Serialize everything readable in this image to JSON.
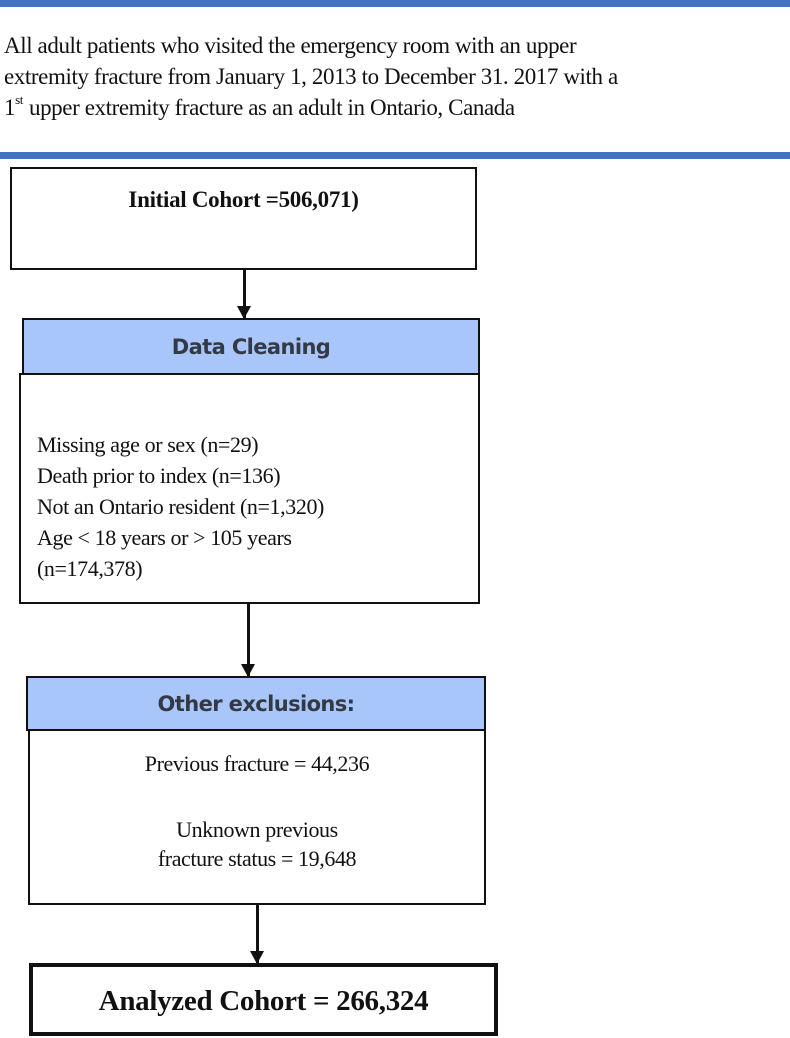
{
  "colors": {
    "accent_bar": "#4472c4",
    "header_fill": "#a8c6fa",
    "header_text": "#343a45",
    "box_border": "#111111"
  },
  "intro": {
    "line1": "All adult patients who visited the emergency room with an upper",
    "line2": "extremity fracture from January 1, 2013 to December 31. 2017 with a",
    "line3_prefix": "1",
    "line3_sup": "st",
    "line3_rest": "upper extremity fracture as an adult in Ontario, Canada"
  },
  "flowchart": {
    "initial_cohort": {
      "label": "Initial Cohort  =506,071)"
    },
    "data_cleaning": {
      "header": "Data Cleaning",
      "items": [
        "Missing age or sex (n=29)",
        "Death prior to index (n=136)",
        "Not an Ontario resident (n=1,320)",
        "Age < 18 years or > 105 years",
        "(n=174,378)"
      ]
    },
    "other_exclusions": {
      "header": "Other exclusions:",
      "previous_fracture": "Previous fracture = 44,236",
      "unknown_line1": "Unknown previous",
      "unknown_line2": "fracture status = 19,648"
    },
    "analyzed_cohort": {
      "label": "Analyzed Cohort = 266,324"
    },
    "arrows": [
      {
        "from": "initial_cohort",
        "to": "data_cleaning"
      },
      {
        "from": "data_cleaning",
        "to": "other_exclusions"
      },
      {
        "from": "other_exclusions",
        "to": "analyzed_cohort"
      }
    ]
  }
}
